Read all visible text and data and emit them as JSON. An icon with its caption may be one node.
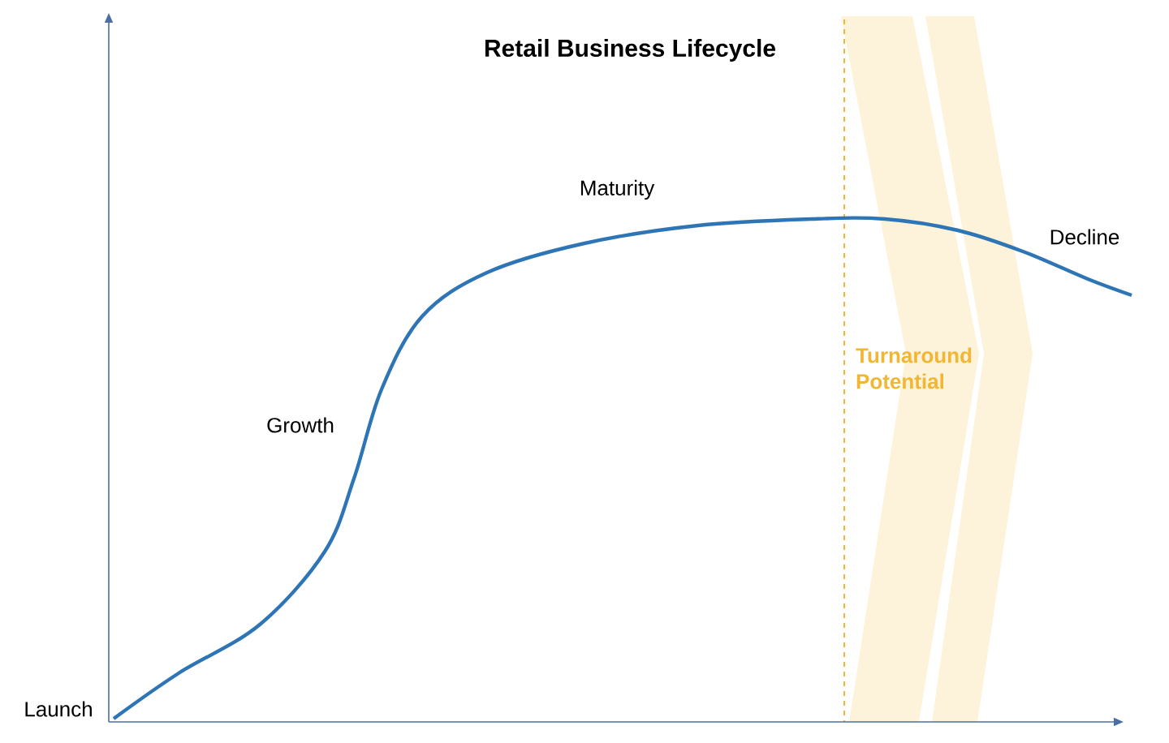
{
  "diagram": {
    "title": "Retail Business Lifecycle",
    "labels": [
      "Maturity",
      "Decline",
      "Turnaround Potential",
      "Growth",
      "Launch"
    ]
  }
}
